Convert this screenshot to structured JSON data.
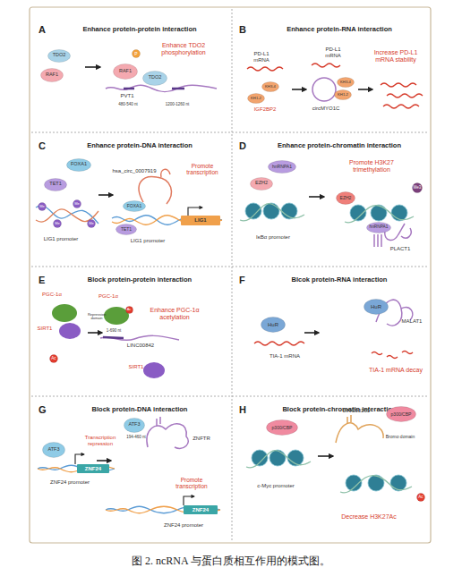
{
  "diagram": {
    "caption": "图 2. ncRNA 与蛋白质相互作用的模式图。",
    "nodes": [
      {
        "text": [
          "A",
          "Enhance protein-protein interaction"
        ]
      },
      {
        "text": [
          "TDO2"
        ],
        "in": 0
      },
      {
        "text": [
          "RAF1"
        ],
        "in": 0
      },
      {
        "text": [
          "RAF1"
        ],
        "in": 0
      },
      {
        "text": [
          "P"
        ],
        "in": 0
      },
      {
        "text": [
          "TDO2"
        ],
        "in": 0
      },
      {
        "text": [
          "B",
          "Enhance protein-RNA interaction"
        ]
      },
      {
        "text": [
          "KH3-4"
        ],
        "in": 6
      },
      {
        "text": [
          "KH1-2"
        ],
        "in": 6
      },
      {
        "text": [
          "KH3-4"
        ],
        "in": 6
      },
      {
        "text": [
          "KH1-2"
        ],
        "in": 6
      },
      {
        "text": [
          "C",
          "Enhance protein-DNA interaction"
        ]
      },
      {
        "text": [
          "FOXA1"
        ],
        "in": 11
      },
      {
        "text": [
          "TET1"
        ],
        "in": 11
      },
      {
        "text": [
          "Me"
        ],
        "in": 11
      },
      {
        "text": [
          "Me"
        ],
        "in": 11
      },
      {
        "text": [
          "Me"
        ],
        "in": 11
      },
      {
        "text": [
          "Me"
        ],
        "in": 11
      },
      {
        "text": [
          "FOXA1"
        ],
        "in": 11
      },
      {
        "text": [
          "TET1"
        ],
        "in": 11
      },
      {
        "text": [
          "LIG1"
        ],
        "in": 11
      },
      {
        "text": [
          "D",
          "Enhance protein-chromatin interaction"
        ]
      },
      {
        "text": [
          "hnRNPA1"
        ],
        "in": 21
      },
      {
        "text": [
          "EZH2"
        ],
        "in": 21
      },
      {
        "text": [
          "EZH2"
        ],
        "in": 21
      },
      {
        "text": [
          "Me3"
        ],
        "in": 21
      },
      {
        "text": [
          "hnRNPA1"
        ],
        "in": 21
      },
      {
        "text": [
          "E",
          "Block protein-protein interaction"
        ]
      },
      {
        "text": [
          "Ac"
        ],
        "in": 27
      },
      {
        "text": [
          "Ac"
        ],
        "in": 27
      },
      {
        "text": [
          "F",
          "Blcok protein-RNA interaction"
        ]
      },
      {
        "text": [
          "HuR"
        ],
        "in": 30
      },
      {
        "text": [
          "HuR"
        ],
        "in": 30
      },
      {
        "text": [
          "G",
          "Block protein-DNA interaction"
        ]
      },
      {
        "text": [
          "ATF3"
        ],
        "in": 33
      },
      {
        "text": [
          "ZNF24"
        ],
        "in": 33
      },
      {
        "text": [
          "ATF3"
        ],
        "in": 33
      },
      {
        "text": [
          "ZNF24"
        ],
        "in": 33
      },
      {
        "text": [
          "H",
          "Block protein-chromatin interaction"
        ]
      },
      {
        "text": [
          "p300/CBP"
        ],
        "in": 38
      },
      {
        "text": [
          "p300/CBP"
        ],
        "in": 38
      },
      {
        "text": [
          "Ac"
        ],
        "in": 38
      }
    ],
    "labels": [
      "Enhance TDO2 phosphorylation",
      "PVT1",
      "480-540 nt",
      "1200-1260 nt",
      "PD-L1 mRNA",
      "IGF2BP2",
      "PD-L1 mRNA",
      "circMYO1C",
      "Increase PD-L1 mRNA stability",
      "LIG1 promoter",
      "hsa_circ_0007919",
      "Promote transcription",
      "LIG1 promoter",
      "IκBα promoter",
      "Promote H3K27 trimethylation",
      "PLACT1",
      "PGC-1α",
      "SIRT1",
      "PGC-1α",
      "Repression domain",
      "Enhance PGC-1α acetylation",
      "1-690 nt",
      "LINC00842",
      "SIRT1",
      "TIA-1 mRNA",
      "MALAT1",
      "TIA-1 mRNA decay",
      "Transcription repression",
      "ZNF24 promoter",
      "194-460 nt",
      "ZNFTR",
      "Promote transcription",
      "ZNF24 promoter",
      "c-Myc promoter",
      "LINC00261",
      "Bromo domain",
      "Decrease H3K27Ac"
    ]
  }
}
